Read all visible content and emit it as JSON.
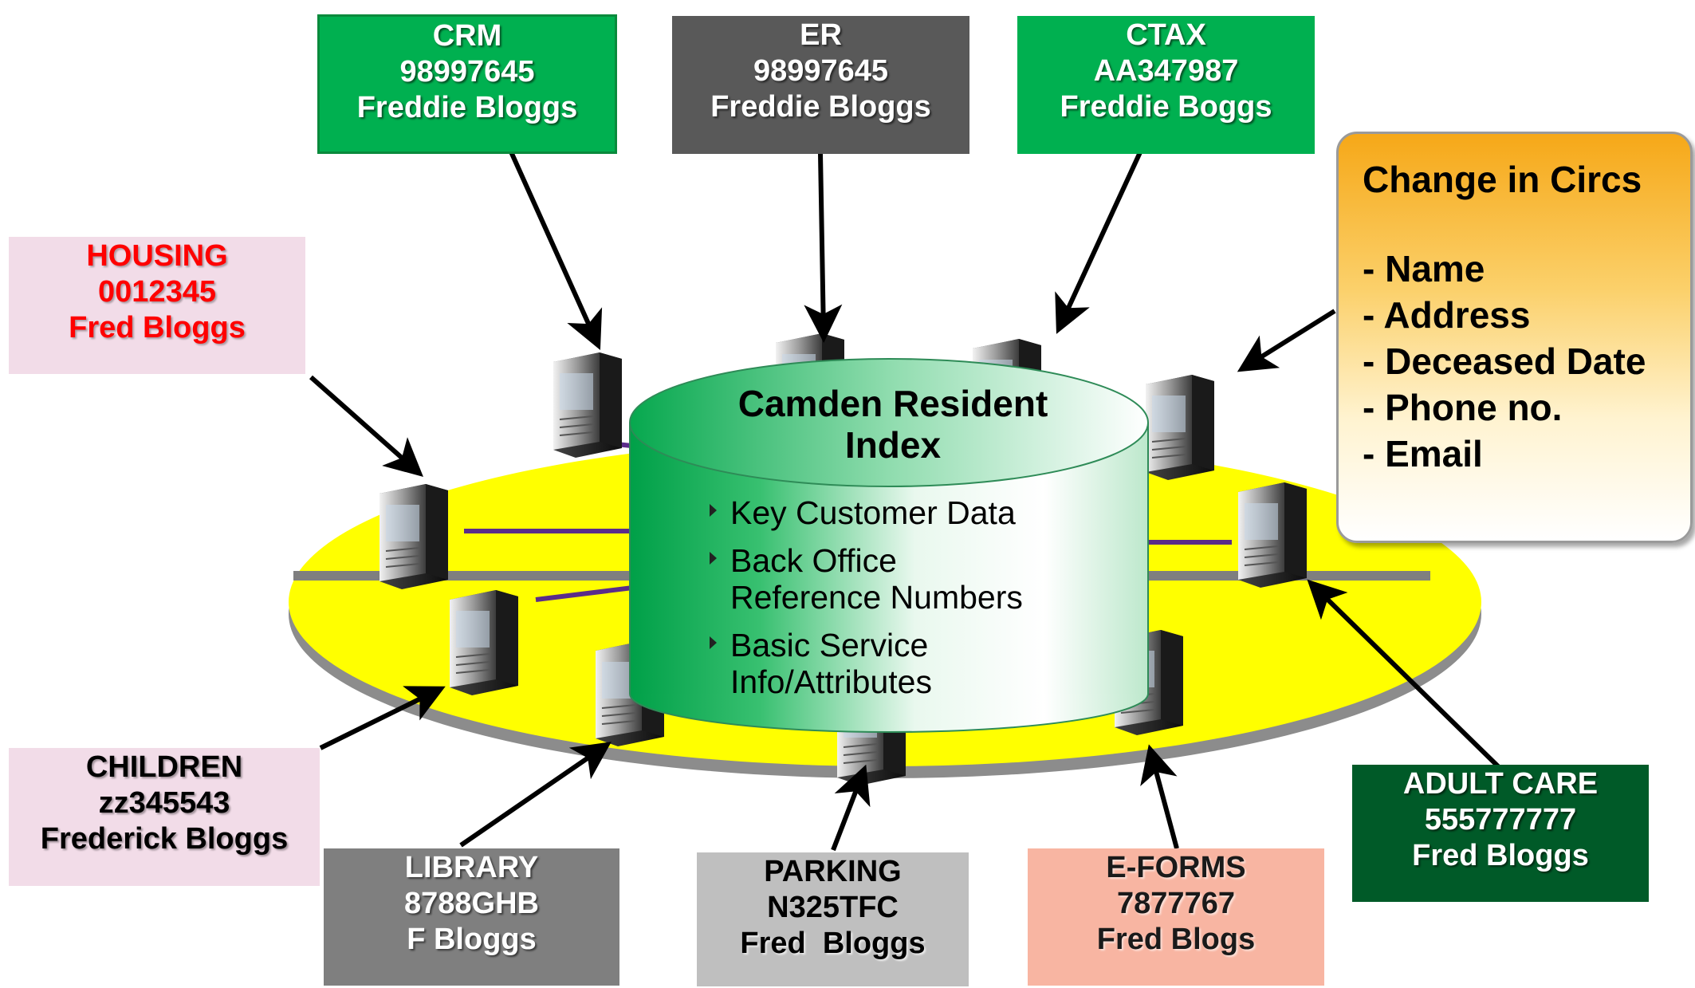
{
  "database": {
    "title_line1": "Camden Resident",
    "title_line2": "Index",
    "bullets": [
      {
        "line1": "Key Customer Data",
        "line2": ""
      },
      {
        "line1": "Back Office",
        "line2": "Reference Numbers"
      },
      {
        "line1": "Basic Service",
        "line2": "Info/Attributes"
      }
    ]
  },
  "systems": {
    "crm": {
      "name": "CRM",
      "ref": "98997645",
      "person": "Freddie Bloggs"
    },
    "er": {
      "name": "ER",
      "ref": "98997645",
      "person": "Freddie Bloggs"
    },
    "ctax": {
      "name": "CTAX",
      "ref": "AA347987",
      "person": "Freddie Boggs"
    },
    "housing": {
      "name": "HOUSING",
      "ref": "0012345",
      "person": "Fred Bloggs"
    },
    "children": {
      "name": "CHILDREN",
      "ref": "zz345543",
      "person": "Frederick Bloggs"
    },
    "library": {
      "name": "LIBRARY",
      "ref": "8788GHB",
      "person": "F Bloggs"
    },
    "parking": {
      "name": "PARKING",
      "ref": "N325TFC",
      "person": "Fred  Bloggs"
    },
    "eforms": {
      "name": "E-FORMS",
      "ref": "7877767",
      "person": "Fred Blogs"
    },
    "adult_care": {
      "name": "ADULT CARE",
      "ref": "555777777",
      "person": "Fred Bloggs"
    }
  },
  "change_in_circs": {
    "title": "Change in Circs",
    "items": [
      "- Name",
      "- Address",
      "- Deceased Date",
      "- Phone no.",
      "- Email"
    ]
  },
  "colors": {
    "ring": "#ffff00",
    "ring_edge": "#7f7f7f",
    "cylinder": "#00b050",
    "network_line": "#5b2c8a",
    "crm_box": "#00b050",
    "er_box": "#595959",
    "ctax_box": "#00b050",
    "housing_box": "#f2dce8",
    "children_box": "#f2dce8",
    "library_box": "#7f7f7f",
    "parking_box": "#bfbfbf",
    "eforms_box": "#f8b5a2",
    "adult_care_box": "#005a28"
  }
}
